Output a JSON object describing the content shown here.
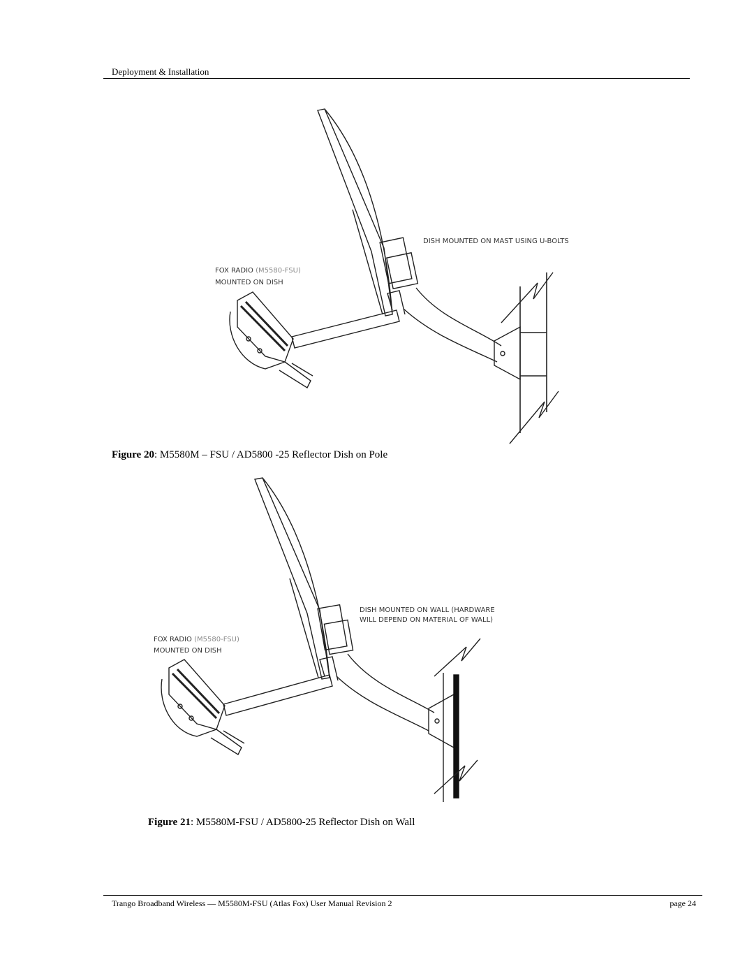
{
  "header": {
    "section_title": "Deployment & Installation"
  },
  "figures": [
    {
      "number_label": "Figure 20",
      "caption_text": ": M5580M – FSU / AD5800 -25 Reflector Dish on Pole",
      "callouts": {
        "mount": "DISH MOUNTED ON MAST USING U-BOLTS",
        "radio_line1_prefix": "FOX RADIO ",
        "radio_line1_model": "(M5580-FSU)",
        "radio_line2": "MOUNTED ON DISH"
      }
    },
    {
      "number_label": "Figure 21",
      "caption_text": ": M5580M-FSU / AD5800-25 Reflector Dish on Wall",
      "callouts": {
        "mount_line1": "DISH MOUNTED ON WALL (HARDWARE",
        "mount_line2": "WILL DEPEND ON MATERIAL OF WALL)",
        "radio_line1_prefix": "FOX RADIO ",
        "radio_line1_model": "(M5580-FSU)",
        "radio_line2": "MOUNTED ON DISH"
      }
    }
  ],
  "footer": {
    "doc_title": "Trango Broadband Wireless — M5580M-FSU (Atlas Fox) User Manual Revision 2",
    "page_label": "page 24"
  }
}
